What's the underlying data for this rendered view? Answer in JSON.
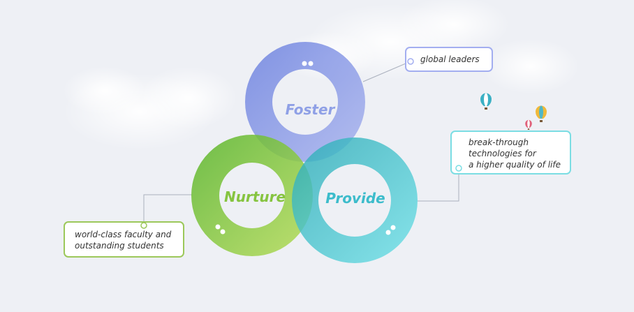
{
  "rings": {
    "foster": {
      "label": "Foster",
      "color": "#7f92e4",
      "text_color": "#8fa0e6"
    },
    "nurture": {
      "label": "Nurture",
      "color": "#86c63a",
      "text_color": "#86c440"
    },
    "provide": {
      "label": "Provide",
      "color": "#3fc5ce",
      "text_color": "#3cbccb"
    }
  },
  "callouts": {
    "foster": {
      "lines": [
        "global leaders"
      ],
      "border_color": "#a3aef0"
    },
    "provide": {
      "lines": [
        "break-through",
        "technologies for",
        "a higher quality of life"
      ],
      "border_color": "#7bdde3"
    },
    "nurture": {
      "lines": [
        "world-class faculty and",
        "outstanding students"
      ],
      "border_color": "#9cc85a"
    }
  },
  "icons": {
    "balloons": [
      "hot-air-balloon-icon",
      "hot-air-balloon-icon",
      "hot-air-balloon-icon"
    ],
    "clouds": "cloud-icon"
  }
}
